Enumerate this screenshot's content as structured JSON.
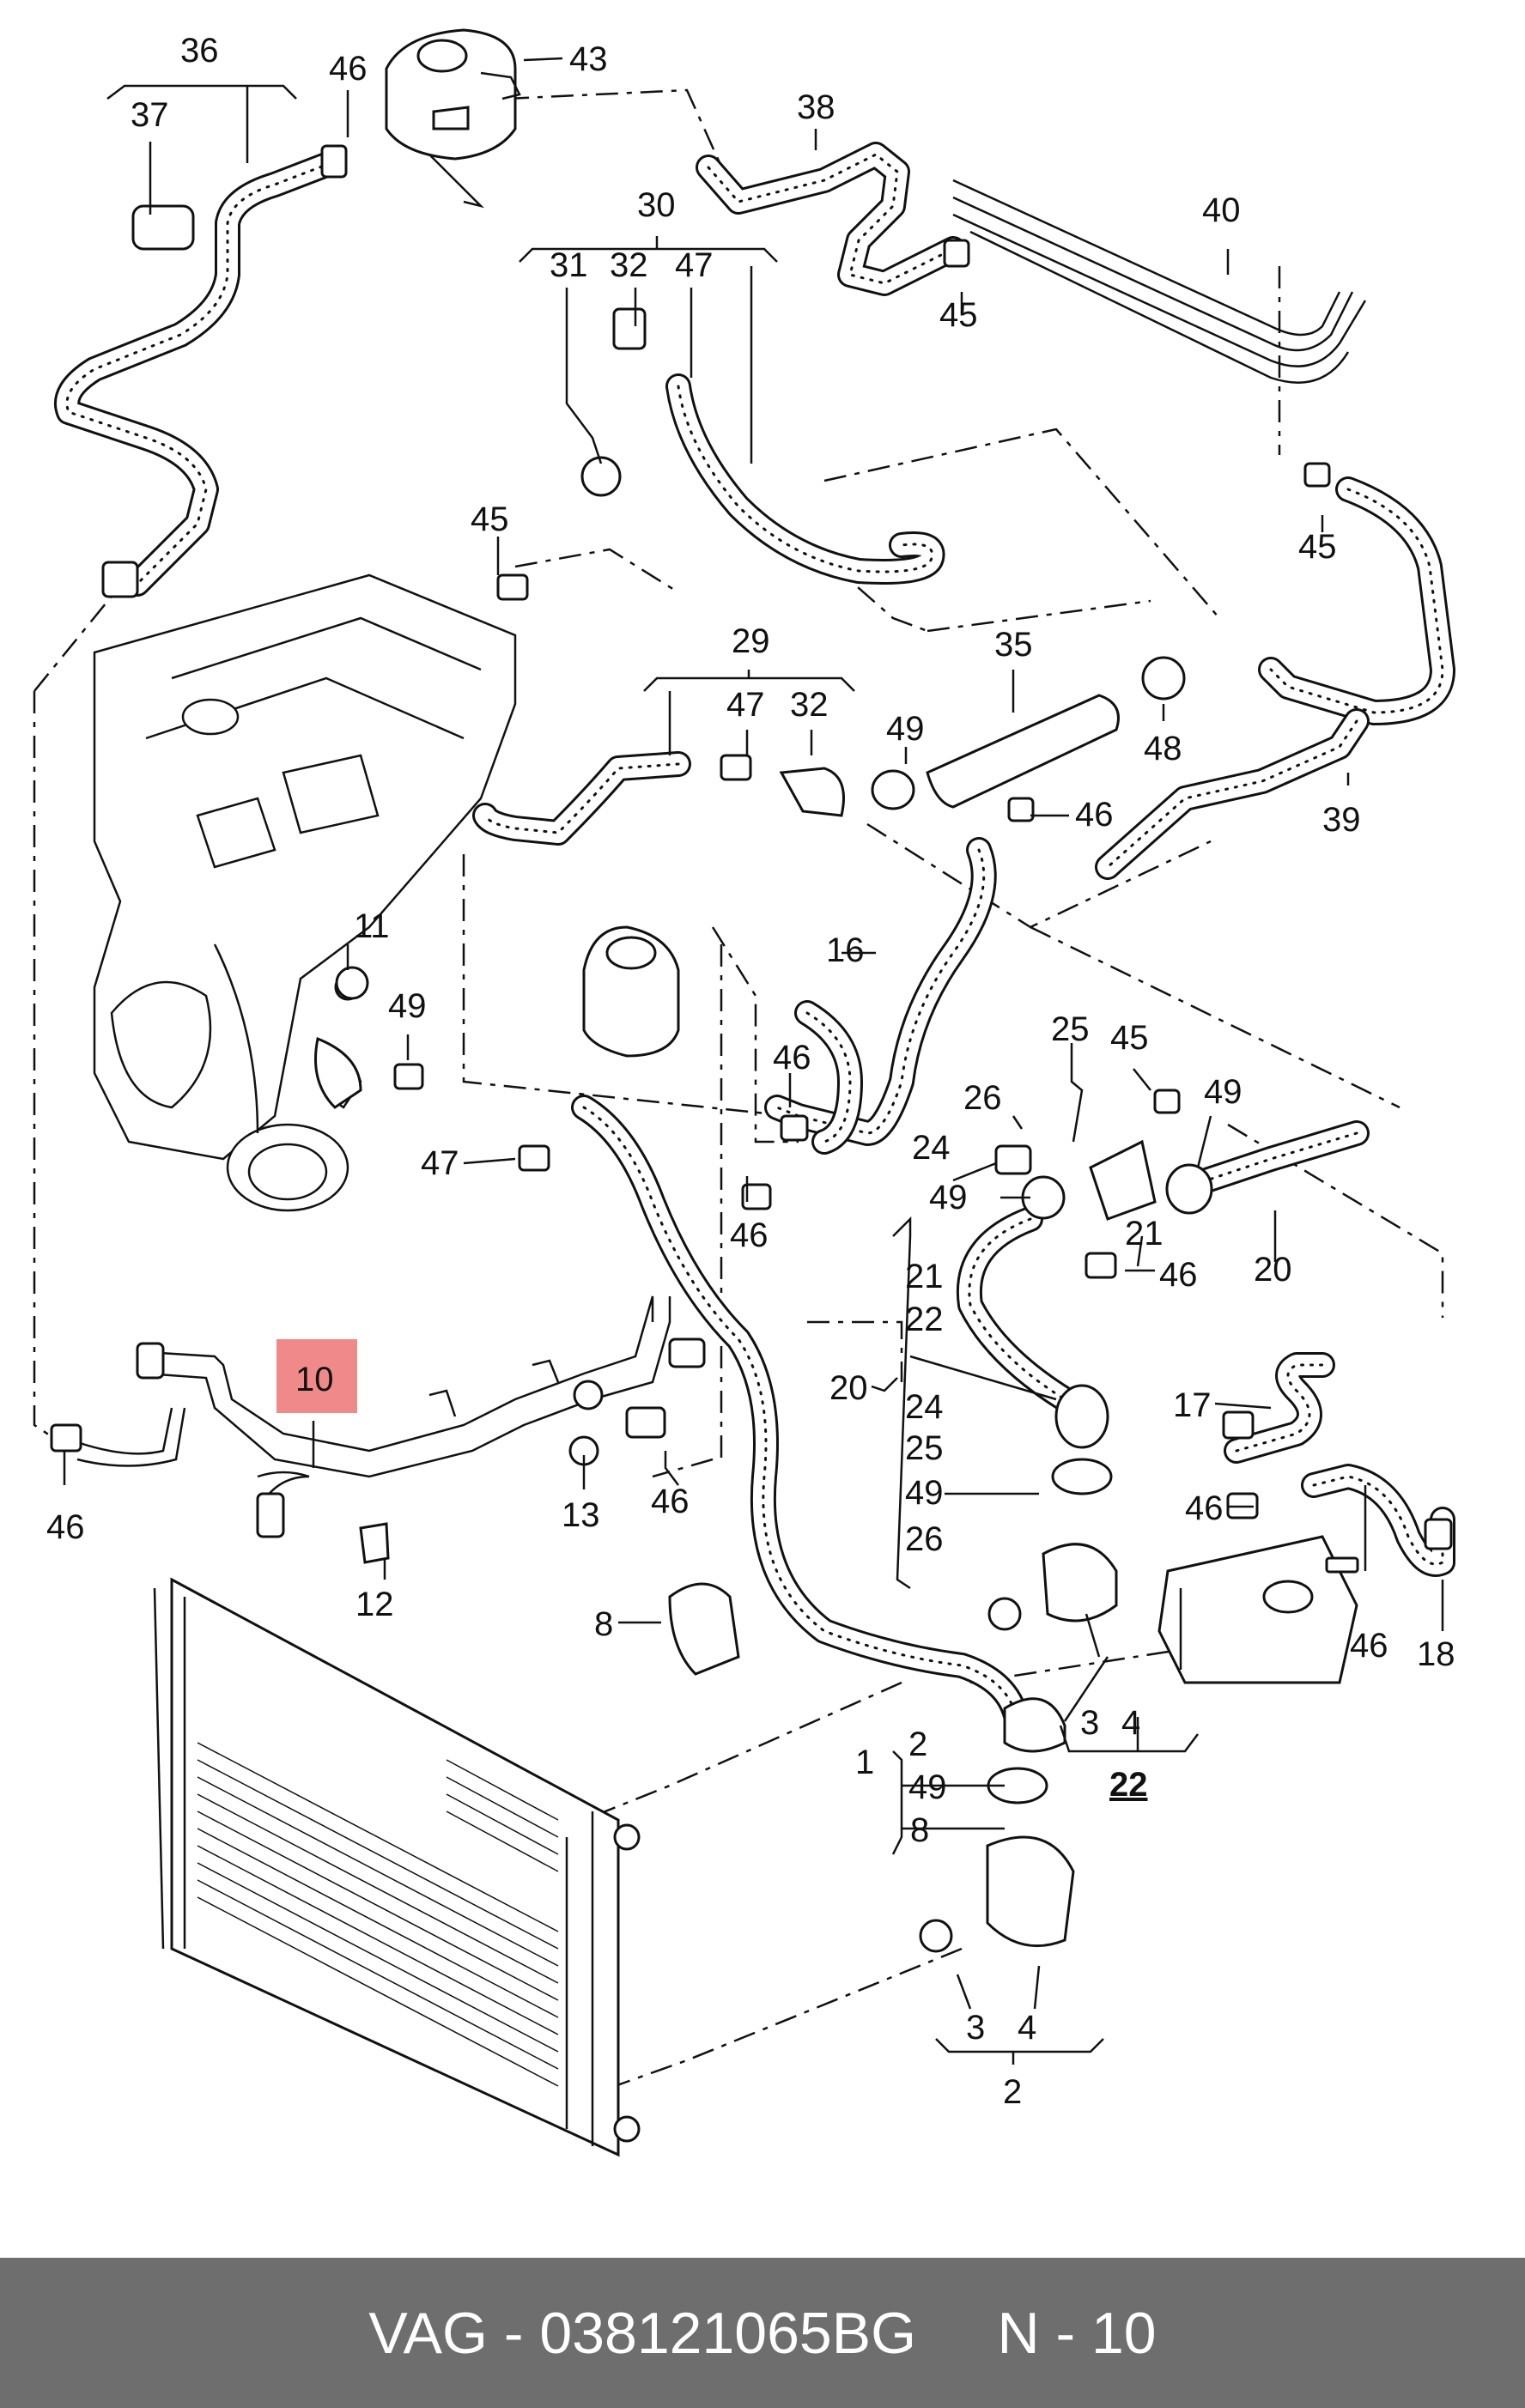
{
  "diagram": {
    "callouts": {
      "c36": "36",
      "c37": "37",
      "c46a": "46",
      "c43": "43",
      "c38": "38",
      "c30": "30",
      "c31": "31",
      "c32a": "32",
      "c47a": "47",
      "c40": "40",
      "c45a": "45",
      "c45b": "45",
      "c45c": "45",
      "c29": "29",
      "c47b": "47",
      "c32b": "32",
      "c35": "35",
      "c48": "48",
      "c49a": "49",
      "c46b": "46",
      "c39": "39",
      "c11": "11",
      "c49b": "49",
      "c16": "16",
      "c46c": "46",
      "c47c": "47",
      "c46d": "46",
      "c25": "25",
      "c45d": "45",
      "c26": "26",
      "c49c": "49",
      "c24": "24",
      "c49d": "49",
      "c21a": "21",
      "c46e": "46",
      "c20a": "20",
      "c21b": "21",
      "c22a": "22",
      "c20b": "20",
      "c24b": "24",
      "c25b": "25",
      "c49e": "49",
      "c26b": "26",
      "c17": "17",
      "c46f": "46",
      "c46g": "46",
      "c18": "18",
      "c10": "10",
      "c12": "12",
      "c13": "13",
      "c46h": "46",
      "c46i": "46",
      "c8": "8",
      "c3a": "3",
      "c4a": "4",
      "c22b": "22",
      "c1": "1",
      "c2a": "2",
      "c49f": "49",
      "c8b": "8",
      "c3b": "3",
      "c4b": "4",
      "c2b": "2"
    },
    "highlight": {
      "color": "#f08a8a",
      "target": "10"
    }
  },
  "footer": {
    "text": "VAG - 038121065BG     N - 10",
    "background": "#6e6e6e",
    "color": "#ffffff"
  }
}
